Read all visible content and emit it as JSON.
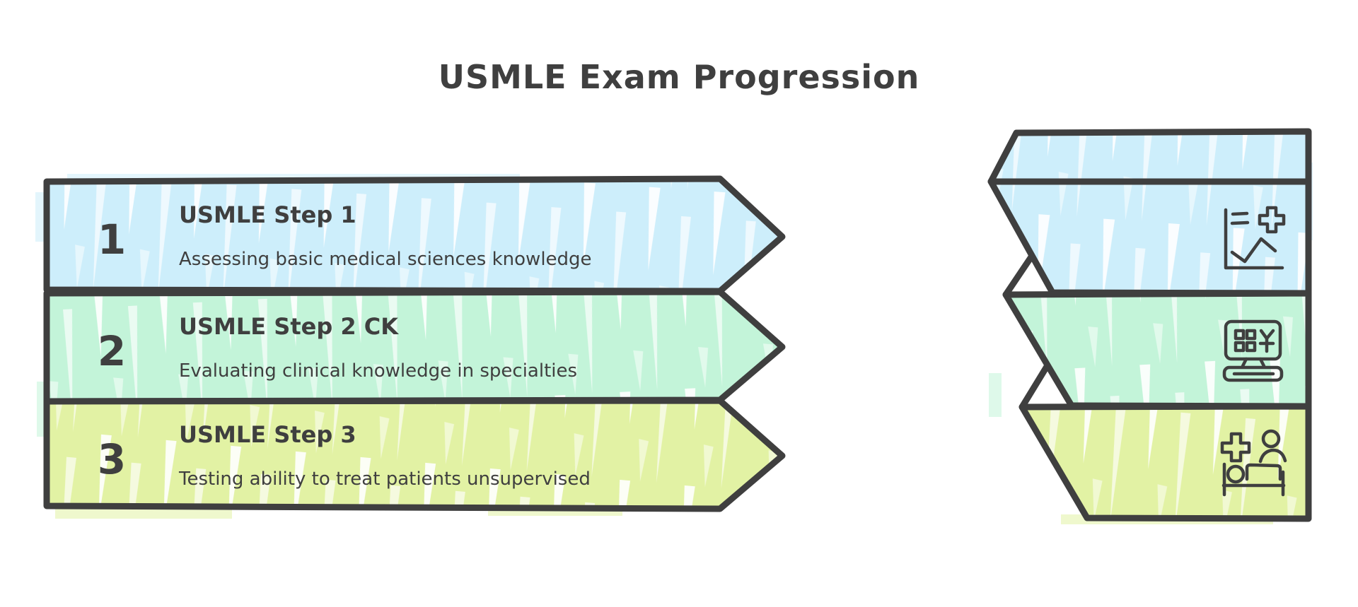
{
  "title": "USMLE Exam Progression",
  "background_color": "#ffffff",
  "ink_color": "#3f3f3f",
  "steps": [
    {
      "number": "1",
      "title": "USMLE Step 1",
      "description": "Assessing basic medical sciences knowledge",
      "color": "#cdeefb",
      "icon": "line-chart-medical-cross-icon"
    },
    {
      "number": "2",
      "title": "USMLE Step 2 CK",
      "description": "Evaluating clinical knowledge in specialties",
      "color": "#c3f4d9",
      "icon": "computer-exam-icon"
    },
    {
      "number": "3",
      "title": "USMLE Step 3",
      "description": "Testing ability to treat patients unsupervised",
      "color": "#e2f2a4",
      "icon": "patient-bed-icon"
    }
  ]
}
